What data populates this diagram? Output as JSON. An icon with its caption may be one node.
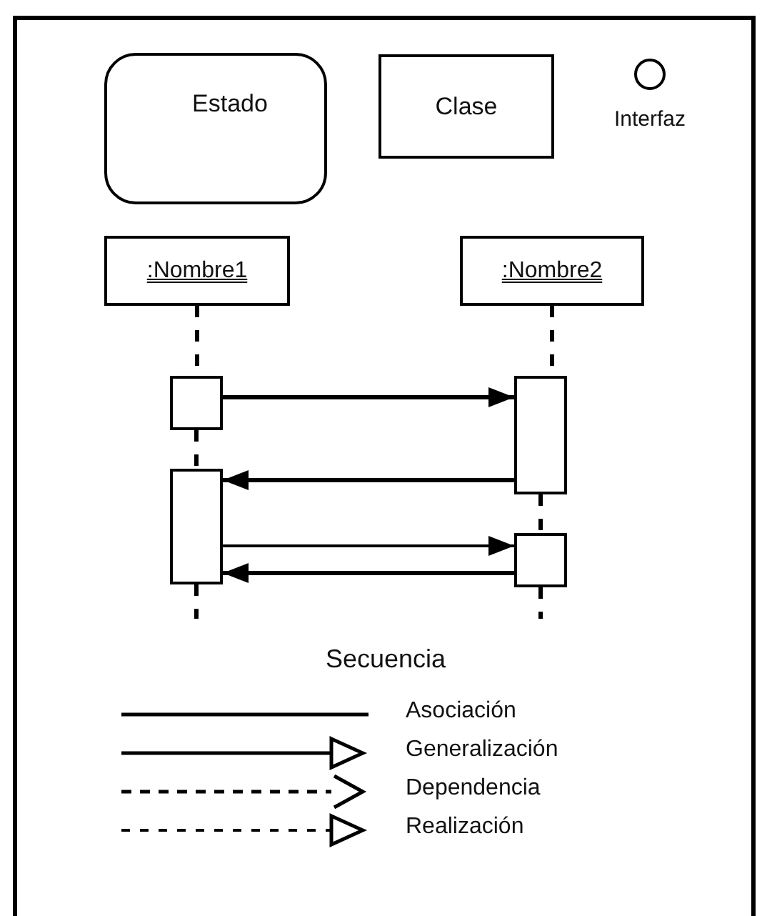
{
  "diagram": {
    "nodes": [
      {
        "text": [
          "Estado"
        ]
      },
      {
        "text": [
          "Clase"
        ]
      },
      {
        "text": [],
        "shape": "circle",
        "beside": [
          "Interfaz"
        ]
      },
      {
        "text": [
          ":Nombre1"
        ]
      },
      {
        "text": [
          ":Nombre2"
        ]
      },
      {
        "text": [],
        "shape": "box"
      },
      {
        "text": [],
        "shape": "box"
      },
      {
        "text": [],
        "shape": "box"
      },
      {
        "text": [],
        "shape": "box"
      }
    ],
    "edges": [
      {
        "from": 3,
        "to": 5,
        "arrow": "none",
        "style": "dashed"
      },
      {
        "from": 4,
        "to": 6,
        "arrow": "none",
        "style": "dashed"
      },
      {
        "from": 5,
        "to": 6,
        "arrow": "to"
      },
      {
        "from": 5,
        "to": 7,
        "arrow": "none",
        "style": "dashed"
      },
      {
        "from": 6,
        "to": 7,
        "arrow": "to"
      },
      {
        "from": 6,
        "to": 8,
        "arrow": "none",
        "style": "dashed"
      },
      {
        "from": 7,
        "to": 8,
        "arrow": "to"
      },
      {
        "from": 8,
        "to": 7,
        "arrow": "to"
      },
      {
        "from": 7,
        "to": null,
        "arrow": "none",
        "style": "dashed"
      },
      {
        "from": 8,
        "to": null,
        "arrow": "none",
        "style": "dashed"
      }
    ],
    "labels": [
      "Secuencia"
    ],
    "legend": [
      {
        "text": "Asociación"
      },
      {
        "text": "Generalización"
      },
      {
        "text": "Dependencia"
      },
      {
        "text": "Realización"
      }
    ]
  }
}
